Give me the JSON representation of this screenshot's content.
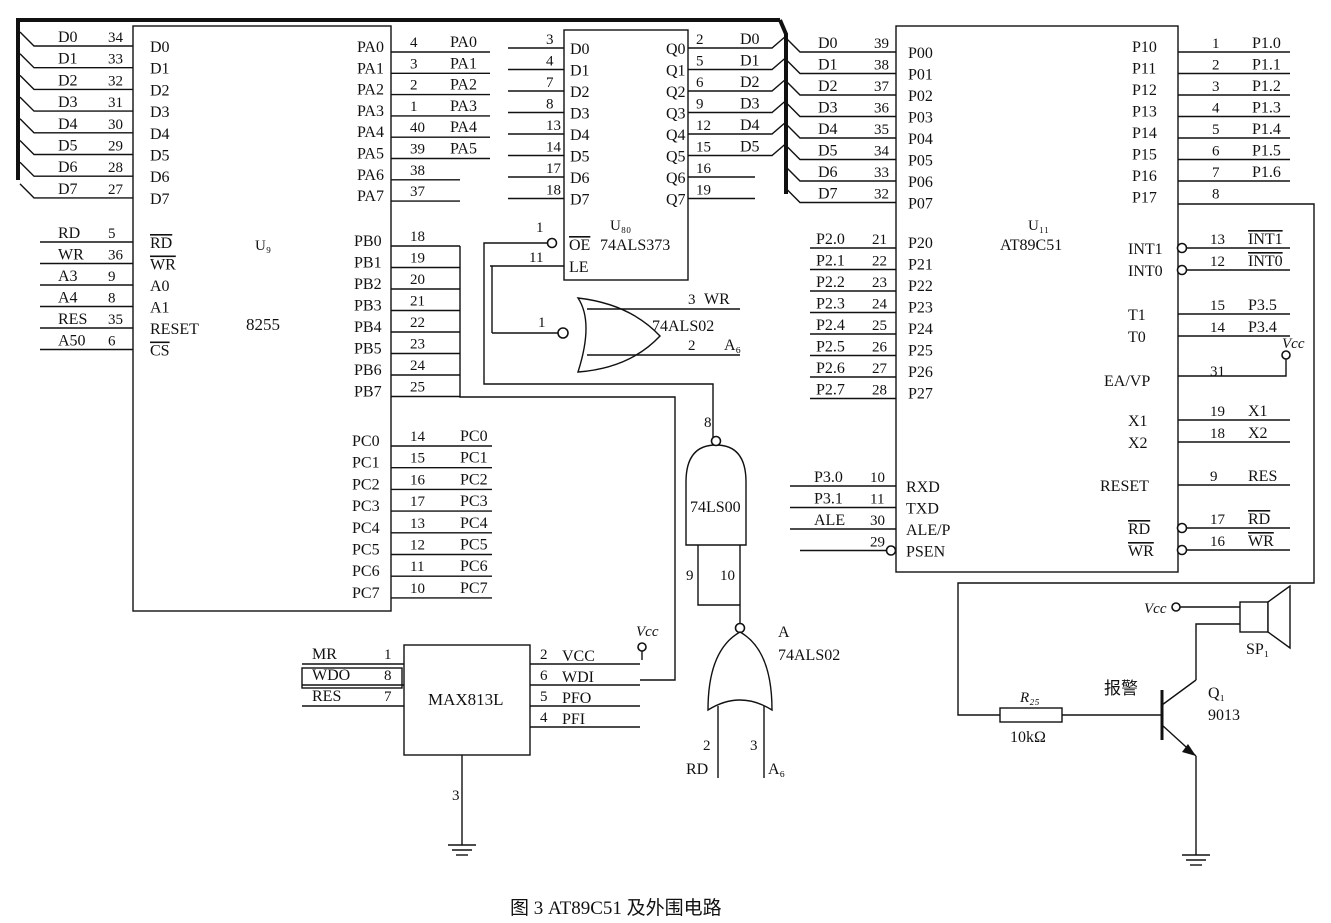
{
  "caption": "图 3     AT89C51 及外围电路",
  "u9": {
    "name": "U₉",
    "type": "8255",
    "left_pins": [
      {
        "sig": "D0",
        "num": "34",
        "pin": "D0"
      },
      {
        "sig": "D1",
        "num": "33",
        "pin": "D1"
      },
      {
        "sig": "D2",
        "num": "32",
        "pin": "D2"
      },
      {
        "sig": "D3",
        "num": "31",
        "pin": "D3"
      },
      {
        "sig": "D4",
        "num": "30",
        "pin": "D4"
      },
      {
        "sig": "D5",
        "num": "29",
        "pin": "D5"
      },
      {
        "sig": "D6",
        "num": "28",
        "pin": "D6"
      },
      {
        "sig": "D7",
        "num": "27",
        "pin": "D7"
      },
      {
        "sig": "RD",
        "num": "5",
        "pin": "RD"
      },
      {
        "sig": "WR",
        "num": "36",
        "pin": "WR"
      },
      {
        "sig": "A3",
        "num": "9",
        "pin": "A0"
      },
      {
        "sig": "A4",
        "num": "8",
        "pin": "A1"
      },
      {
        "sig": "RES",
        "num": "35",
        "pin": "RESET"
      },
      {
        "sig": "A50",
        "num": "6",
        "pin": "CS"
      }
    ],
    "pa_pins": [
      {
        "pin": "PA0",
        "num": "4",
        "sig": "PA0"
      },
      {
        "pin": "PA1",
        "num": "3",
        "sig": "PA1"
      },
      {
        "pin": "PA2",
        "num": "2",
        "sig": "PA2"
      },
      {
        "pin": "PA3",
        "num": "1",
        "sig": "PA3"
      },
      {
        "pin": "PA4",
        "num": "40",
        "sig": "PA4"
      },
      {
        "pin": "PA5",
        "num": "39",
        "sig": "PA5"
      },
      {
        "pin": "PA6",
        "num": "38",
        "sig": ""
      },
      {
        "pin": "PA7",
        "num": "37",
        "sig": ""
      }
    ],
    "pb_pins": [
      {
        "pin": "PB0",
        "num": "18"
      },
      {
        "pin": "PB1",
        "num": "19"
      },
      {
        "pin": "PB2",
        "num": "20"
      },
      {
        "pin": "PB3",
        "num": "21"
      },
      {
        "pin": "PB4",
        "num": "22"
      },
      {
        "pin": "PB5",
        "num": "23"
      },
      {
        "pin": "PB6",
        "num": "24"
      },
      {
        "pin": "PB7",
        "num": "25"
      }
    ],
    "pc_pins": [
      {
        "pin": "PC0",
        "num": "14",
        "sig": "PC0"
      },
      {
        "pin": "PC1",
        "num": "15",
        "sig": "PC1"
      },
      {
        "pin": "PC2",
        "num": "16",
        "sig": "PC2"
      },
      {
        "pin": "PC3",
        "num": "17",
        "sig": "PC3"
      },
      {
        "pin": "PC4",
        "num": "13",
        "sig": "PC4"
      },
      {
        "pin": "PC5",
        "num": "12",
        "sig": "PC5"
      },
      {
        "pin": "PC6",
        "num": "11",
        "sig": "PC6"
      },
      {
        "pin": "PC7",
        "num": "10",
        "sig": "PC7"
      }
    ]
  },
  "u80": {
    "name": "U₈₀",
    "type": "74ALS373",
    "d_pins": [
      {
        "num": "3",
        "pin": "D0"
      },
      {
        "num": "4",
        "pin": "D1"
      },
      {
        "num": "7",
        "pin": "D2"
      },
      {
        "num": "8",
        "pin": "D3"
      },
      {
        "num": "13",
        "pin": "D4"
      },
      {
        "num": "14",
        "pin": "D5"
      },
      {
        "num": "17",
        "pin": "D6"
      },
      {
        "num": "18",
        "pin": "D7"
      }
    ],
    "q_pins": [
      {
        "pin": "Q0",
        "num": "2",
        "sig": "D0"
      },
      {
        "pin": "Q1",
        "num": "5",
        "sig": "D1"
      },
      {
        "pin": "Q2",
        "num": "6",
        "sig": "D2"
      },
      {
        "pin": "Q3",
        "num": "9",
        "sig": "D3"
      },
      {
        "pin": "Q4",
        "num": "12",
        "sig": "D4"
      },
      {
        "pin": "Q5",
        "num": "15",
        "sig": "D5"
      },
      {
        "pin": "Q6",
        "num": "16",
        "sig": ""
      },
      {
        "pin": "Q7",
        "num": "19",
        "sig": ""
      }
    ],
    "oe_pin": "OE",
    "oe_num": "1",
    "le_pin": "LE",
    "le_num": "11"
  },
  "nor1": {
    "type": "74ALS02",
    "out_num": "1",
    "in1_num": "3",
    "in1_sig": "WR",
    "in2_num": "2",
    "in2_sig": "A₆"
  },
  "nand": {
    "type": "74LS00",
    "out_num": "8",
    "in1_num": "9",
    "in2_num": "10"
  },
  "nor2": {
    "name": "A",
    "type": "74ALS02",
    "in1_num": "2",
    "in1_sig": "RD",
    "in2_num": "3",
    "in2_sig": "A₆"
  },
  "max813": {
    "type": "MAX813L",
    "left_pins": [
      {
        "sig": "MR",
        "num": "1"
      },
      {
        "sig": "WDO",
        "num": "8"
      },
      {
        "sig": "RES",
        "num": "7"
      }
    ],
    "right_pins": [
      {
        "num": "2",
        "pin": "VCC"
      },
      {
        "num": "6",
        "pin": "WDI"
      },
      {
        "num": "5",
        "pin": "PFO"
      },
      {
        "num": "4",
        "pin": "PFI"
      }
    ],
    "gnd_num": "3",
    "vcc_label": "Vcc"
  },
  "u11": {
    "name": "U₁₁",
    "type": "AT89C51",
    "p0_pins": [
      {
        "sig": "D0",
        "num": "39",
        "pin": "P00"
      },
      {
        "sig": "D1",
        "num": "38",
        "pin": "P01"
      },
      {
        "sig": "D2",
        "num": "37",
        "pin": "P02"
      },
      {
        "sig": "D3",
        "num": "36",
        "pin": "P03"
      },
      {
        "sig": "D4",
        "num": "35",
        "pin": "P04"
      },
      {
        "sig": "D5",
        "num": "34",
        "pin": "P05"
      },
      {
        "sig": "D6",
        "num": "33",
        "pin": "P06"
      },
      {
        "sig": "D7",
        "num": "32",
        "pin": "P07"
      }
    ],
    "p2_pins": [
      {
        "sig": "P2.0",
        "num": "21",
        "pin": "P20"
      },
      {
        "sig": "P2.1",
        "num": "22",
        "pin": "P21"
      },
      {
        "sig": "P2.2",
        "num": "23",
        "pin": "P22"
      },
      {
        "sig": "P2.3",
        "num": "24",
        "pin": "P23"
      },
      {
        "sig": "P2.4",
        "num": "25",
        "pin": "P24"
      },
      {
        "sig": "P2.5",
        "num": "26",
        "pin": "P25"
      },
      {
        "sig": "P2.6",
        "num": "27",
        "pin": "P26"
      },
      {
        "sig": "P2.7",
        "num": "28",
        "pin": "P27"
      }
    ],
    "p3_pins": [
      {
        "sig": "P3.0",
        "num": "10",
        "pin": "RXD"
      },
      {
        "sig": "P3.1",
        "num": "11",
        "pin": "TXD"
      },
      {
        "sig": "ALE",
        "num": "30",
        "pin": "ALE/P"
      },
      {
        "sig": "",
        "num": "29",
        "pin": "PSEN"
      }
    ],
    "p1_pins": [
      {
        "pin": "P10",
        "num": "1",
        "sig": "P1.0"
      },
      {
        "pin": "P11",
        "num": "2",
        "sig": "P1.1"
      },
      {
        "pin": "P12",
        "num": "3",
        "sig": "P1.2"
      },
      {
        "pin": "P13",
        "num": "4",
        "sig": "P1.3"
      },
      {
        "pin": "P14",
        "num": "5",
        "sig": "P1.4"
      },
      {
        "pin": "P15",
        "num": "6",
        "sig": "P1.5"
      },
      {
        "pin": "P16",
        "num": "7",
        "sig": "P1.6"
      },
      {
        "pin": "P17",
        "num": "8",
        "sig": ""
      }
    ],
    "right_pins": [
      {
        "pin": "INT1",
        "num": "13",
        "sig": "INT1"
      },
      {
        "pin": "INT0",
        "num": "12",
        "sig": "INT0"
      },
      {
        "pin": "T1",
        "num": "15",
        "sig": "P3.5"
      },
      {
        "pin": "T0",
        "num": "14",
        "sig": "P3.4"
      },
      {
        "pin": "EA/VP",
        "num": "31",
        "sig": ""
      },
      {
        "pin": "X1",
        "num": "19",
        "sig": "X1"
      },
      {
        "pin": "X2",
        "num": "18",
        "sig": "X2"
      },
      {
        "pin": "RESET",
        "num": "9",
        "sig": "RES"
      },
      {
        "pin": "RD",
        "num": "17",
        "sig": "RD"
      },
      {
        "pin": "WR",
        "num": "16",
        "sig": "WR"
      }
    ],
    "vcc_label": "Vcc"
  },
  "alarm": {
    "label": "报警",
    "r_name": "R₂₅",
    "r_value": "10kΩ",
    "q_name": "Q₁",
    "q_type": "9013",
    "sp_name": "SP₁",
    "vcc_label": "Vcc"
  }
}
